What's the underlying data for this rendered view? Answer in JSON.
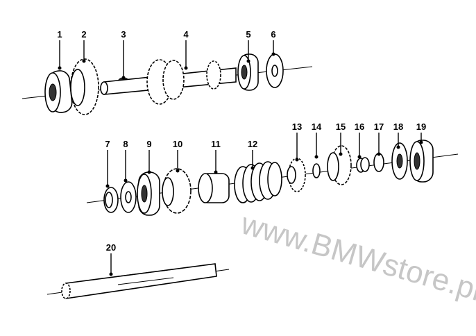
{
  "diagram": {
    "watermark": "www.BMWstore.pl",
    "callouts": [
      "1",
      "2",
      "3",
      "4",
      "5",
      "6",
      "7",
      "8",
      "9",
      "10",
      "11",
      "12",
      "13",
      "14",
      "15",
      "16",
      "17",
      "18",
      "19",
      "20"
    ]
  }
}
